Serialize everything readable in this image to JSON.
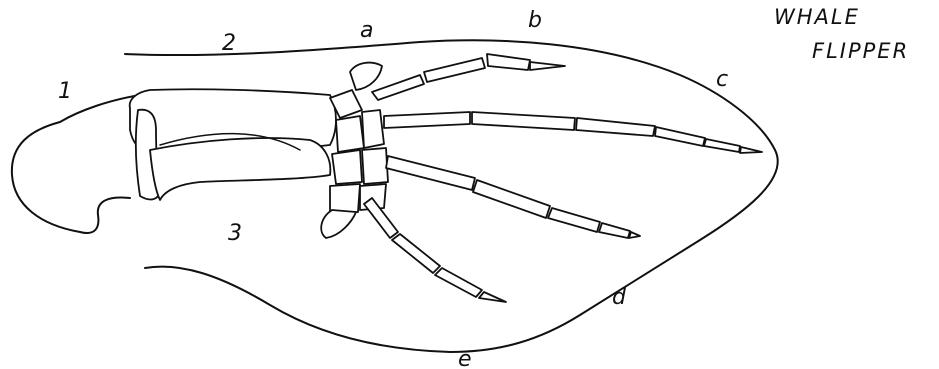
{
  "title": {
    "line1": "WHALE",
    "line2": "FLIPPER"
  },
  "labels": {
    "one": "1",
    "two": "2",
    "three": "3",
    "a": "a",
    "b": "b",
    "c": "c",
    "d": "d",
    "e": "e"
  }
}
